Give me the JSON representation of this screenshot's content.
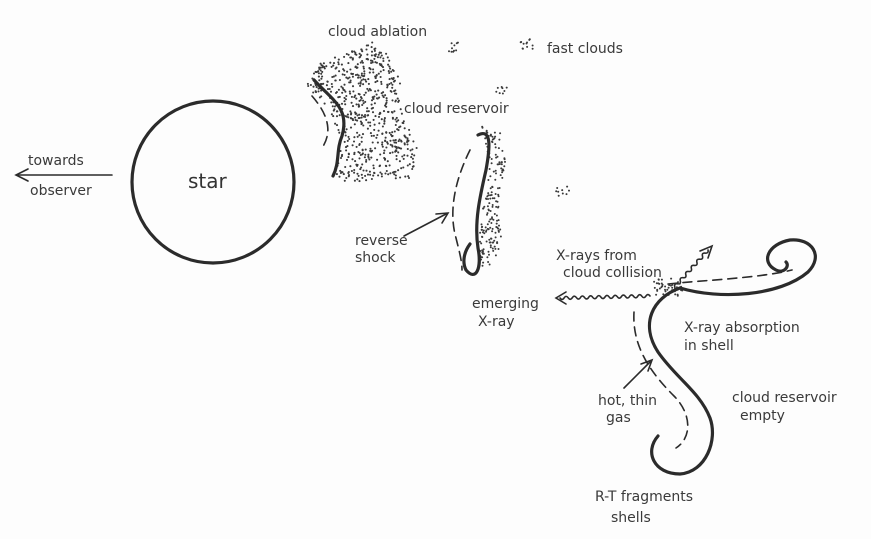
{
  "labels": {
    "star": "star",
    "towards": "towards",
    "observer": "observer",
    "cloud_ablation": "cloud ablation",
    "fast_clouds": "fast clouds",
    "cloud_reservoir": "cloud reservoir",
    "reverse": "reverse",
    "shock": "shock",
    "xrays_from": "X-rays from",
    "cloud_collision": "cloud collision",
    "emerging": "emerging",
    "x_ray": "X-ray",
    "xray_absorption": "X-ray absorption",
    "in_shell": "in shell",
    "hot_thin": "hot, thin",
    "gas": "gas",
    "cloud_reservoir_2": "cloud reservoir",
    "empty": "empty",
    "rt_fragments": "R-T fragments",
    "shells": "shells"
  },
  "colors": {
    "ink": "#2b2b2b",
    "paper": "#fdfdfd"
  }
}
